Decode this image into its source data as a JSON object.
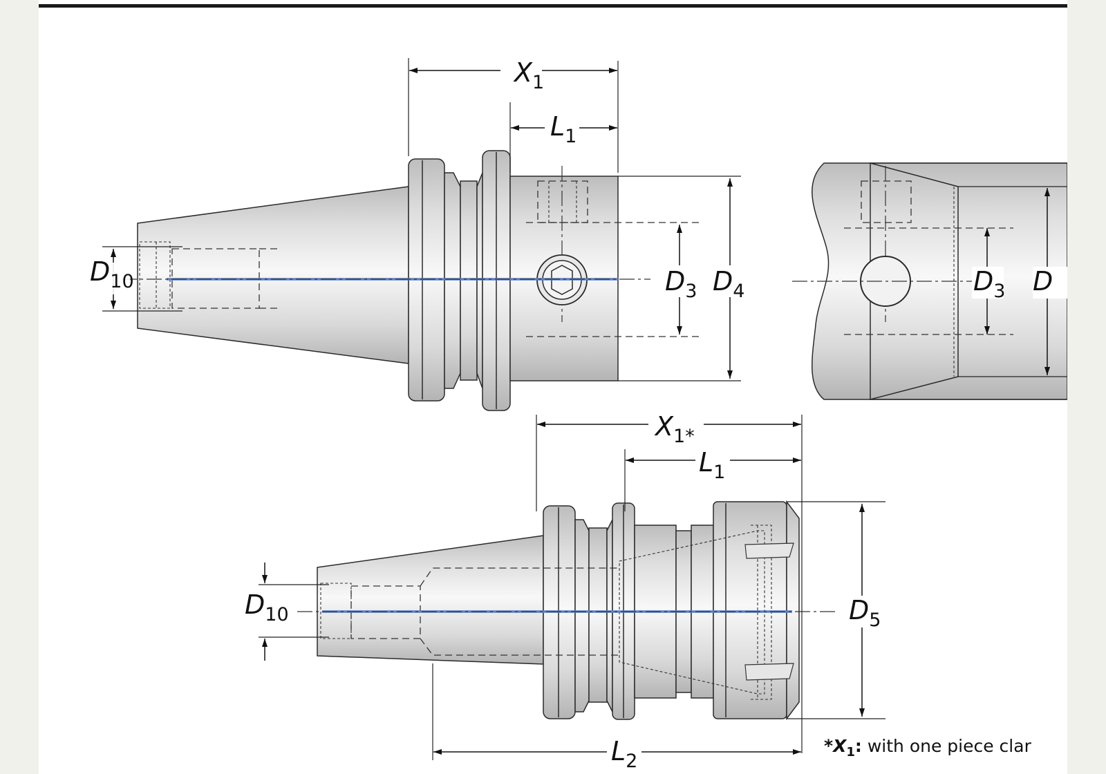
{
  "dimensions": {
    "x1": {
      "letter": "X",
      "sub": "1"
    },
    "l1": {
      "letter": "L",
      "sub": "1"
    },
    "d10": {
      "letter": "D",
      "sub": "10"
    },
    "d3": {
      "letter": "D",
      "sub": "3"
    },
    "d4": {
      "letter": "D",
      "sub": "4"
    },
    "d_cut": {
      "letter": "D"
    },
    "x1_star": {
      "letter": "X",
      "sub": "1*"
    },
    "d5": {
      "letter": "D",
      "sub": "5"
    },
    "l2": {
      "letter": "L",
      "sub": "2"
    }
  },
  "footnote": {
    "star": "*",
    "symbol": "X",
    "sub": "1",
    "colon": ":",
    "text": " with one piece clar"
  },
  "colors": {
    "axis": "#5b7fc4",
    "metal_light": "#f6f6f6",
    "metal_dark": "#b9b9b9",
    "frame": "#1a1a1a"
  }
}
